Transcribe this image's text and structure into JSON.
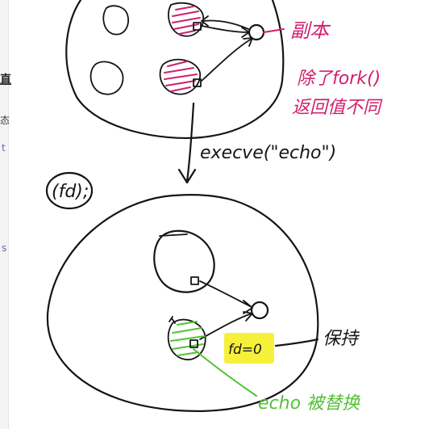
{
  "annotations": {
    "execve_call": "execve(\"echo\")",
    "fd_code": "(fd);",
    "fd_value": "fd=0",
    "copy_label": "副本",
    "except_fork_label": "除了fork()",
    "return_value_label": "返回值不同",
    "keep_label": "保持",
    "echo_replaced_label": "echo 被替换"
  },
  "left_strip": {
    "glyph_1": "直",
    "glyph_2": "态",
    "glyph_3": "t",
    "glyph_4": "s"
  },
  "colors": {
    "ink": "#151515",
    "pink": "#d0206e",
    "green": "#52c234",
    "highlight": "#f7f03a"
  }
}
